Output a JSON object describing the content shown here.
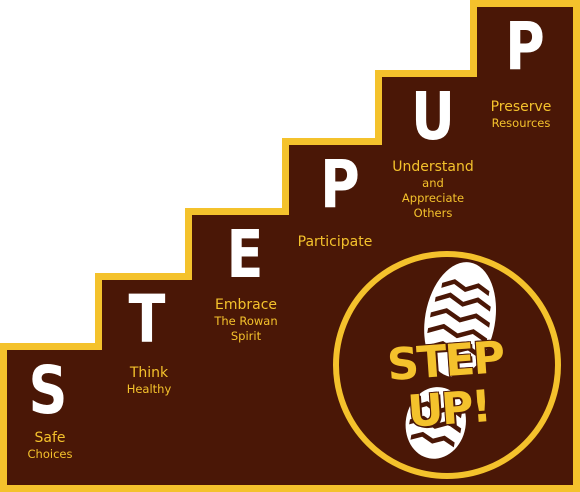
{
  "colors": {
    "brown": "#4a1706",
    "gold": "#f4c22c",
    "letter": "#ffffff"
  },
  "steps": [
    {
      "letter": "S",
      "label": "Safe",
      "sublabel": "Choices"
    },
    {
      "letter": "T",
      "label": "Think",
      "sublabel": "Healthy"
    },
    {
      "letter": "E",
      "label": "Embrace",
      "sublabel": "The Rowan Spirit"
    },
    {
      "letter": "P",
      "label": "Participate",
      "sublabel": ""
    },
    {
      "letter": "U",
      "label": "Understand",
      "sublabel": "and Appreciate Others"
    },
    {
      "letter": "P",
      "label": "Preserve",
      "sublabel": "Resources"
    }
  ],
  "badge": {
    "text": "STEP UP!",
    "icon": "shoe-print-icon"
  }
}
